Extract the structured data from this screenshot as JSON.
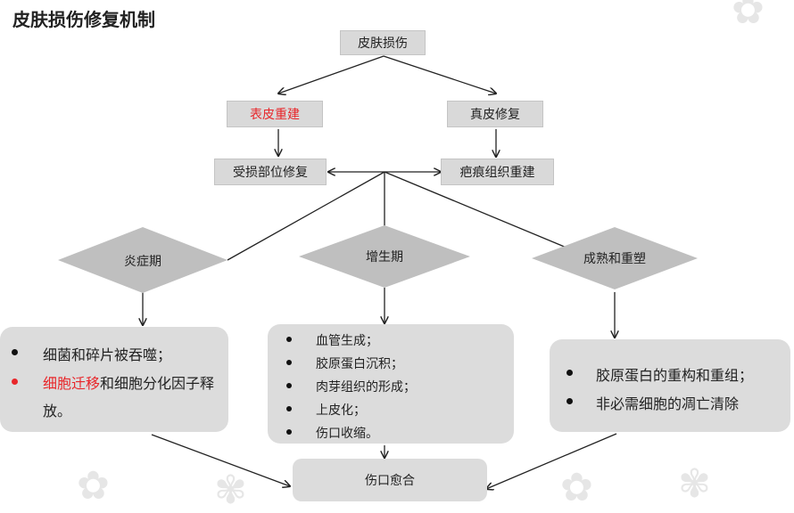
{
  "title": "皮肤损伤修复机制",
  "nodes": {
    "root": "皮肤损伤",
    "epidermis": "表皮重建",
    "dermis": "真皮修复",
    "damaged_site": "受损部位修复",
    "scar": "疤痕组织重建",
    "wound_healing": "伤口愈合"
  },
  "phases": {
    "inflammation": {
      "label": "炎症期",
      "items": [
        {
          "text": "细菌和碎片被吞噬；",
          "highlight": ""
        },
        {
          "highlight": "细胞迁移",
          "text": "和细胞分化因子释放。"
        }
      ]
    },
    "proliferation": {
      "label": "增生期",
      "items": [
        "血管生成；",
        "胶原蛋白沉积；",
        "肉芽组织的形成；",
        "上皮化；",
        "伤口收缩。"
      ]
    },
    "remodeling": {
      "label": "成熟和重塑",
      "items": [
        "胶原蛋白的重构和重组；",
        "非必需细胞的凋亡清除"
      ]
    }
  },
  "colors": {
    "box_fill": "#d9d9d9",
    "diamond_fill": "#bfbfbf",
    "card_fill": "#dcdcdc",
    "highlight": "#e8262a"
  }
}
